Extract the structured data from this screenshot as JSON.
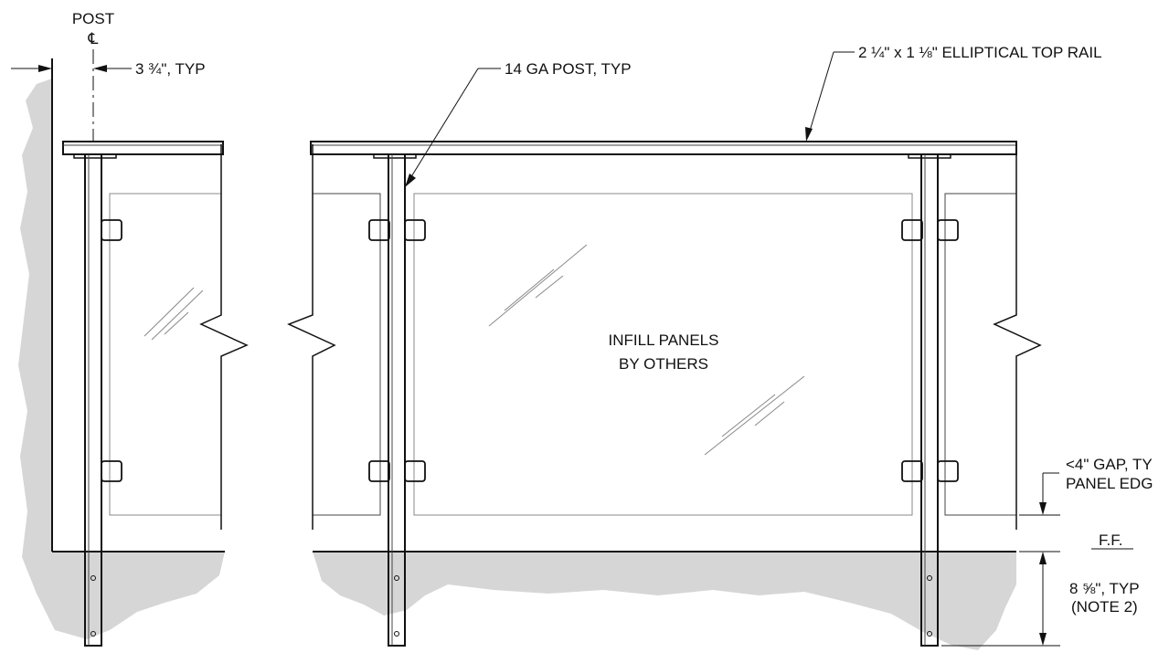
{
  "drawing": {
    "labels": {
      "post": "POST",
      "centerline": "℄",
      "offset": "3 ¾\", TYP",
      "post_callout": "14 GA POST, TYP",
      "top_rail": "2 ¼\" x 1 ⅛\" ELLIPTICAL TOP RAIL",
      "infill_1": "INFILL PANELS",
      "infill_2": "BY OTHERS",
      "gap_1": "<4\" GAP, TY",
      "gap_2": "PANEL EDG",
      "ff": "F.F.",
      "embed_1": "8 ⅝\", TYP",
      "embed_2": "(NOTE 2)"
    },
    "colors": {
      "line": "#111111",
      "concrete": "#d6d6d6",
      "glass_edge": "#888888"
    }
  }
}
